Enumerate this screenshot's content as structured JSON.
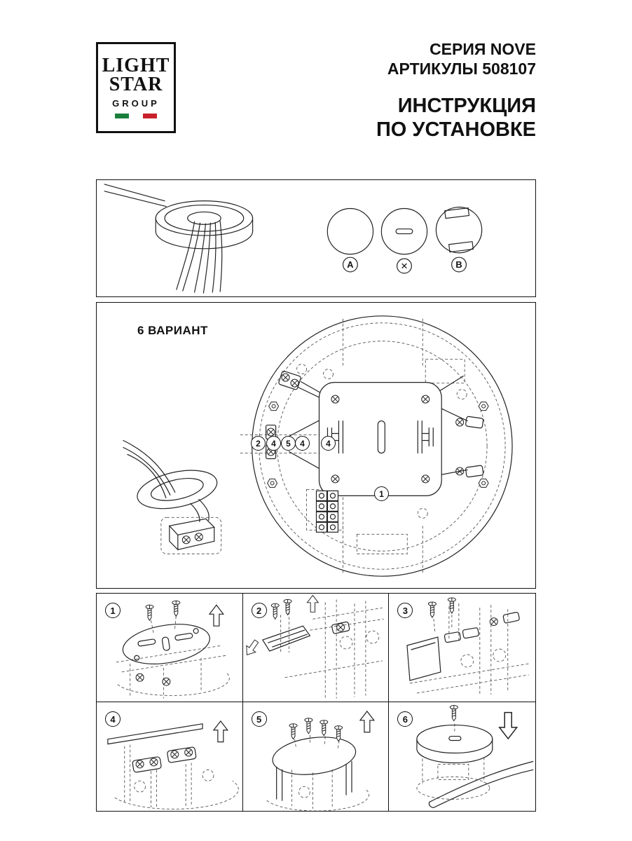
{
  "colors": {
    "flag_green": "#1a7f3d",
    "flag_red": "#c8202a"
  },
  "header": {
    "logo_word1": "LIGHT",
    "logo_word2": "STAR",
    "logo_word3": "GROUP",
    "series": "СЕРИЯ NOVE",
    "articles": "АРТИКУЛЫ 508107",
    "title_line1": "ИНСТРУКЦИЯ",
    "title_line2": "ПО УСТАНОВКЕ"
  },
  "screw_panel": {
    "label_a": "A",
    "label_x": "✕",
    "label_b": "B"
  },
  "variant_panel": {
    "title": "6 ВАРИАНТ",
    "callouts": [
      "2",
      "4",
      "5",
      "4",
      "4",
      "1"
    ]
  },
  "steps": [
    {
      "num": "1"
    },
    {
      "num": "2"
    },
    {
      "num": "3"
    },
    {
      "num": "4"
    },
    {
      "num": "5"
    },
    {
      "num": "6"
    }
  ]
}
